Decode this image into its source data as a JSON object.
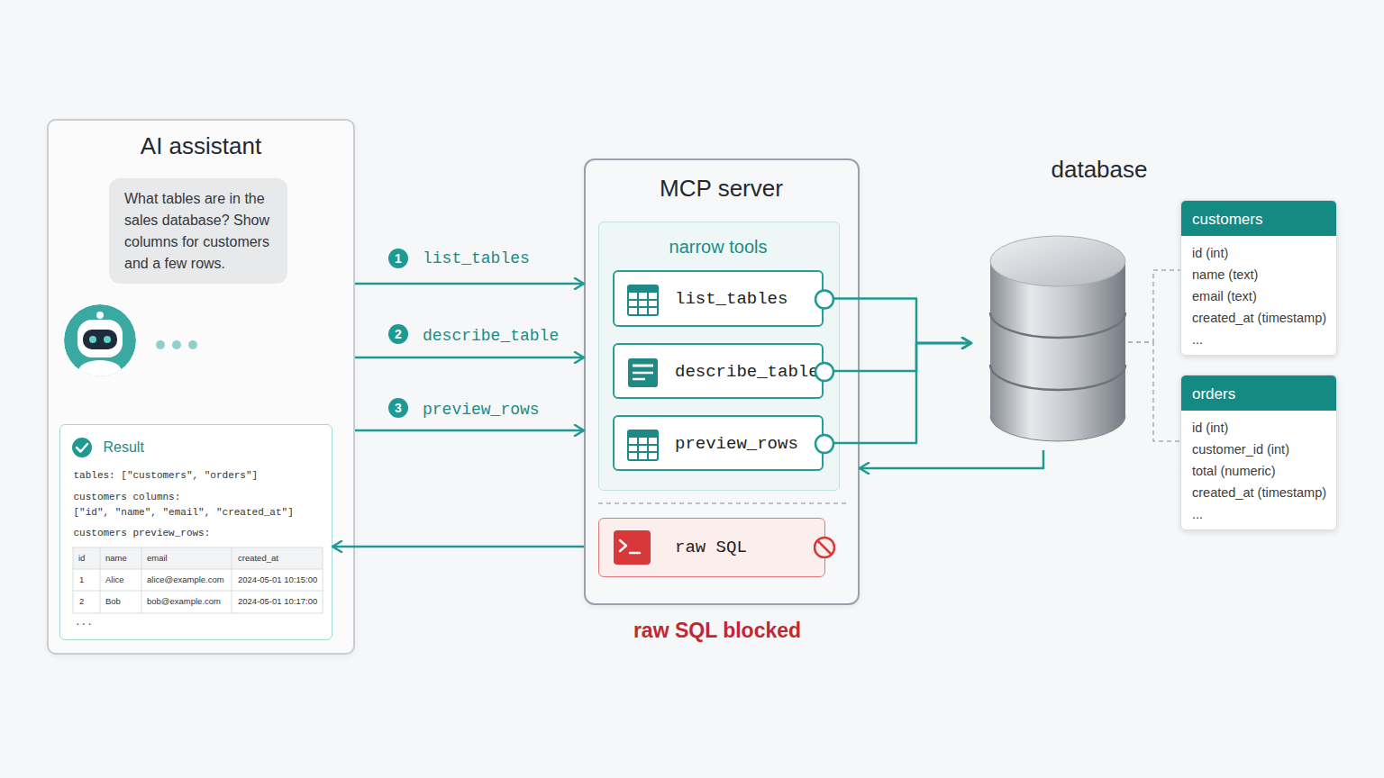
{
  "diagram": {
    "nodes": [
      {
        "text": [
          "AI assistant"
        ]
      },
      {
        "text": [
          "What tables are in the sales database? Show columns for customers and a few rows."
        ],
        "in": 0
      },
      {
        "text": [
          "Result",
          "tables: [\"customers\", \"orders\"]",
          "customers columns:",
          "[\"id\", \"name\", \"email\", \"created_at\"]",
          "customers preview_rows:"
        ],
        "in": 0
      },
      {
        "text": [
          "MCP server"
        ]
      },
      {
        "text": [
          "narrow tools"
        ],
        "in": 3
      },
      {
        "text": [
          "list_tables"
        ],
        "in": 4
      },
      {
        "text": [
          "describe_table"
        ],
        "in": 4
      },
      {
        "text": [
          "preview_rows"
        ],
        "in": 4
      },
      {
        "text": [
          "raw SQL"
        ],
        "in": 3
      },
      {
        "text": [
          "database"
        ]
      },
      {
        "text": [
          "customers",
          "id (int)",
          "name (text)",
          "email (text)",
          "created_at (timestamp)",
          "..."
        ]
      },
      {
        "text": [
          "orders",
          "id (int)",
          "customer_id (int)",
          "total (numeric)",
          "created_at (timestamp)",
          "..."
        ]
      }
    ],
    "edges": [
      {
        "from": 0,
        "to": 3,
        "label": "list_tables",
        "arrow": "to"
      },
      {
        "from": 0,
        "to": 3,
        "label": "describe_table",
        "arrow": "to"
      },
      {
        "from": 0,
        "to": 3,
        "label": "preview_rows",
        "arrow": "to"
      },
      {
        "from": 5,
        "to": 9,
        "arrow": "to"
      },
      {
        "from": 6,
        "to": 9,
        "arrow": "to"
      },
      {
        "from": 7,
        "to": 9,
        "arrow": "to"
      },
      {
        "from": 9,
        "to": 3,
        "arrow": "to"
      },
      {
        "from": 3,
        "to": 2,
        "arrow": "to"
      },
      {
        "from": 9,
        "to": 10,
        "arrow": "none"
      },
      {
        "from": 9,
        "to": 11,
        "arrow": "none"
      }
    ],
    "labels": [
      "1",
      "2",
      "3",
      "raw SQL blocked",
      "id",
      "name",
      "email",
      "created_at",
      "1",
      "Alice",
      "alice@example.com",
      "2024-05-01 10:15:00",
      "2",
      "Bob",
      "bob@example.com",
      "2024-05-01 10:17:00",
      "..."
    ]
  }
}
